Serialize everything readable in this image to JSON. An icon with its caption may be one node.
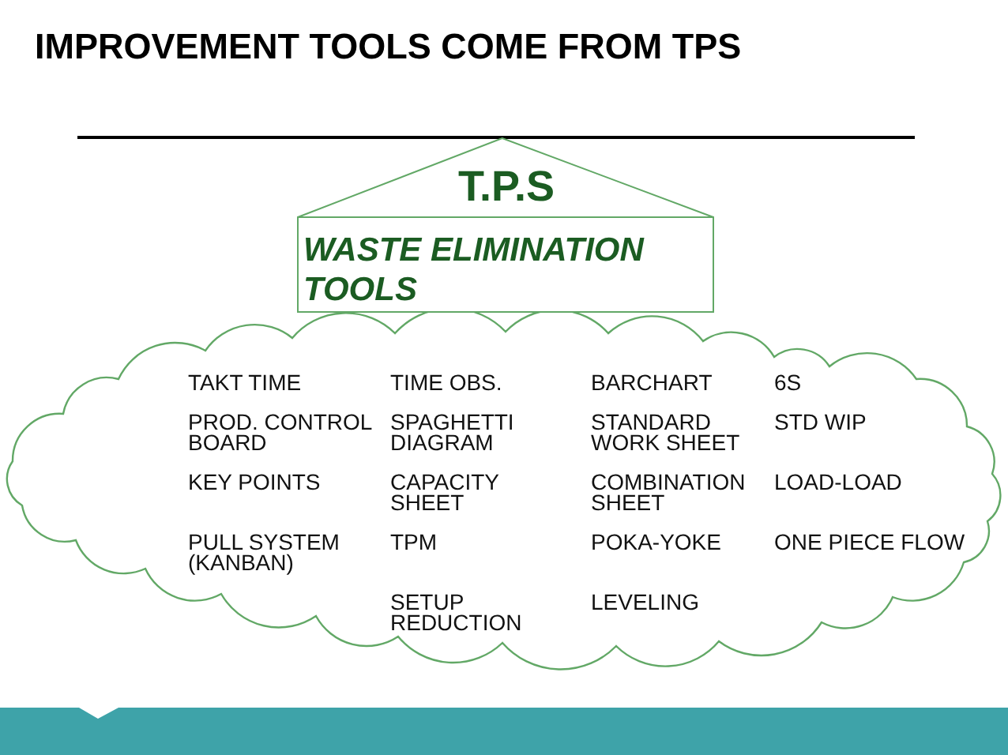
{
  "diagram": {
    "title": "IMPROVEMENT TOOLS COME FROM TPS",
    "nodes": [
      {
        "text": [
          "T.P.S"
        ]
      },
      {
        "text": [
          "WASTE ELIMINATION TOOLS"
        ]
      },
      {
        "text": [
          "TAKT TIME",
          "TIME OBS.",
          "BARCHART",
          "6S",
          "PROD. CONTROL BOARD",
          "SPAGHETTI DIAGRAM",
          "STANDARD WORK SHEET",
          "STD WIP",
          "KEY POINTS",
          "CAPACITY SHEET",
          "COMBINATION SHEET",
          "LOAD-LOAD",
          "PULL SYSTEM (KANBAN)",
          "TPM",
          "POKA-YOKE",
          "ONE PIECE FLOW",
          "SETUP REDUCTION",
          "LEVELING"
        ]
      }
    ]
  }
}
